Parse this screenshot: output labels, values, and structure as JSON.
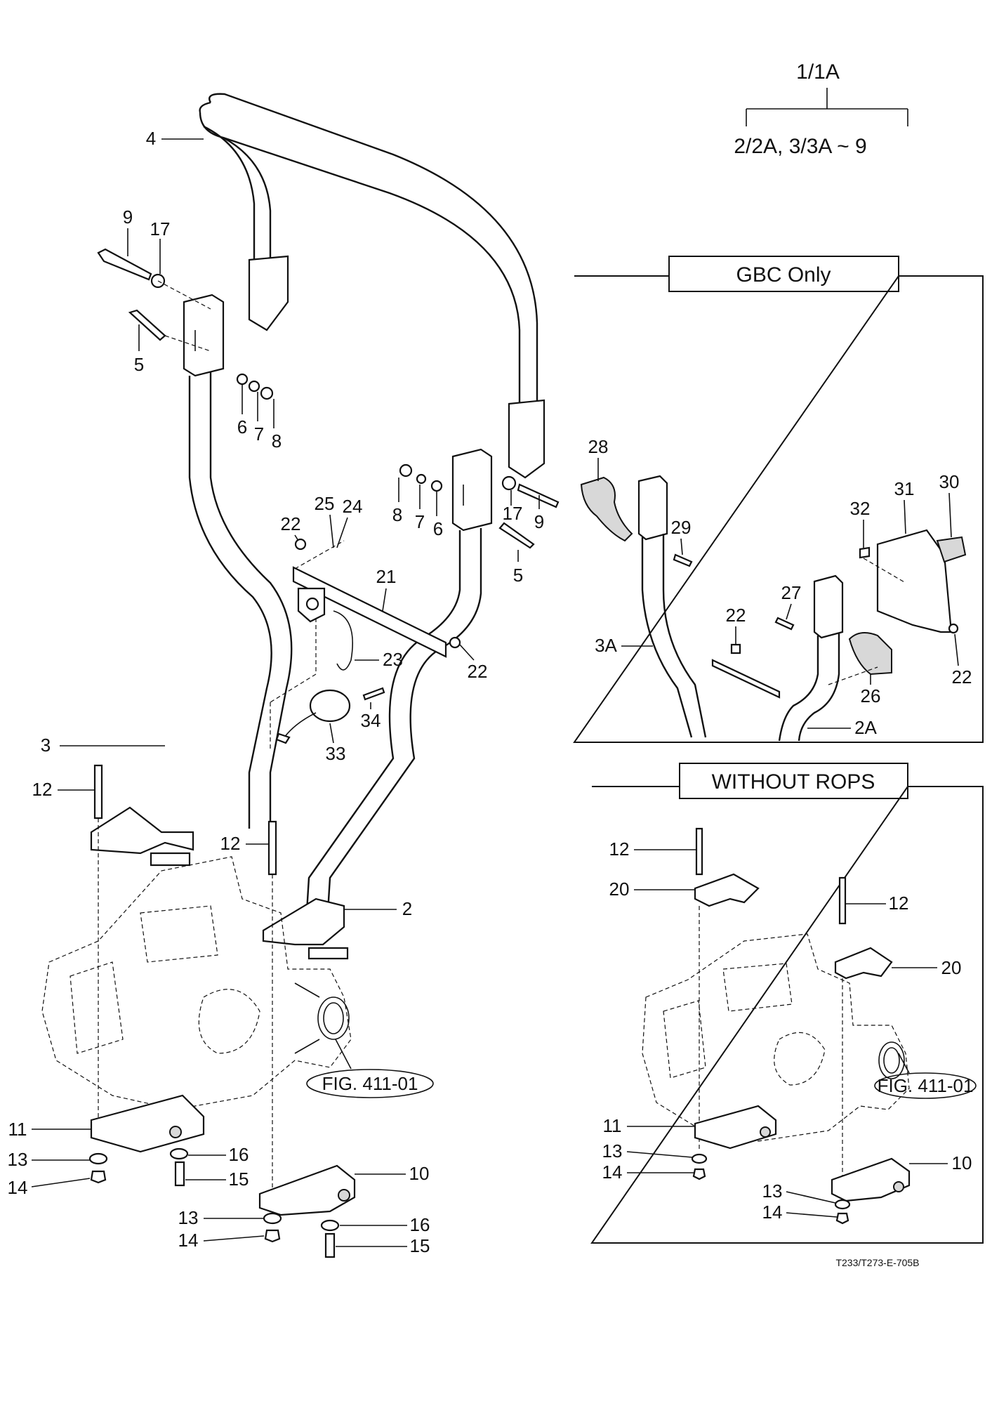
{
  "header": {
    "main_model": "1/1A",
    "applies_to": "2/2A, 3/3A ~ 9"
  },
  "insets": {
    "gbc_title": "GBC Only",
    "without_rops_title": "WITHOUT ROPS"
  },
  "references": {
    "fig_main": "FIG. 411-01",
    "fig_inset": "FIG. 411-01"
  },
  "footer": {
    "drawing_code": "T233/T273-E-705B"
  },
  "callouts": {
    "main": [
      {
        "id": "c4",
        "label": "4"
      },
      {
        "id": "c9a",
        "label": "9"
      },
      {
        "id": "c17a",
        "label": "17"
      },
      {
        "id": "c5a",
        "label": "5"
      },
      {
        "id": "c6a",
        "label": "6"
      },
      {
        "id": "c7a",
        "label": "7"
      },
      {
        "id": "c8a",
        "label": "8"
      },
      {
        "id": "c8b",
        "label": "8"
      },
      {
        "id": "c7b",
        "label": "7"
      },
      {
        "id": "c6b",
        "label": "6"
      },
      {
        "id": "c17b",
        "label": "17"
      },
      {
        "id": "c9b",
        "label": "9"
      },
      {
        "id": "c5b",
        "label": "5"
      },
      {
        "id": "c25",
        "label": "25"
      },
      {
        "id": "c24",
        "label": "24"
      },
      {
        "id": "c22a",
        "label": "22"
      },
      {
        "id": "c21",
        "label": "21"
      },
      {
        "id": "c23",
        "label": "23"
      },
      {
        "id": "c22b",
        "label": "22"
      },
      {
        "id": "c34",
        "label": "34"
      },
      {
        "id": "c33",
        "label": "33"
      },
      {
        "id": "c3",
        "label": "3"
      },
      {
        "id": "c12a",
        "label": "12"
      },
      {
        "id": "c12b",
        "label": "12"
      },
      {
        "id": "c2",
        "label": "2"
      },
      {
        "id": "c11",
        "label": "11"
      },
      {
        "id": "c13a",
        "label": "13"
      },
      {
        "id": "c14a",
        "label": "14"
      },
      {
        "id": "c16a",
        "label": "16"
      },
      {
        "id": "c15a",
        "label": "15"
      },
      {
        "id": "c10",
        "label": "10"
      },
      {
        "id": "c13b",
        "label": "13"
      },
      {
        "id": "c14b",
        "label": "14"
      },
      {
        "id": "c16b",
        "label": "16"
      },
      {
        "id": "c15b",
        "label": "15"
      }
    ],
    "gbc": [
      {
        "id": "g28",
        "label": "28"
      },
      {
        "id": "g29",
        "label": "29"
      },
      {
        "id": "g3A",
        "label": "3A"
      },
      {
        "id": "g22a",
        "label": "22"
      },
      {
        "id": "g27",
        "label": "27"
      },
      {
        "id": "g32",
        "label": "32"
      },
      {
        "id": "g31",
        "label": "31"
      },
      {
        "id": "g30",
        "label": "30"
      },
      {
        "id": "g22b",
        "label": "22"
      },
      {
        "id": "g26",
        "label": "26"
      },
      {
        "id": "g2A",
        "label": "2A"
      }
    ],
    "without_rops": [
      {
        "id": "w12a",
        "label": "12"
      },
      {
        "id": "w20a",
        "label": "20"
      },
      {
        "id": "w12b",
        "label": "12"
      },
      {
        "id": "w20b",
        "label": "20"
      },
      {
        "id": "w11",
        "label": "11"
      },
      {
        "id": "w13a",
        "label": "13"
      },
      {
        "id": "w14a",
        "label": "14"
      },
      {
        "id": "w10",
        "label": "10"
      },
      {
        "id": "w13b",
        "label": "13"
      },
      {
        "id": "w14b",
        "label": "14"
      }
    ]
  }
}
